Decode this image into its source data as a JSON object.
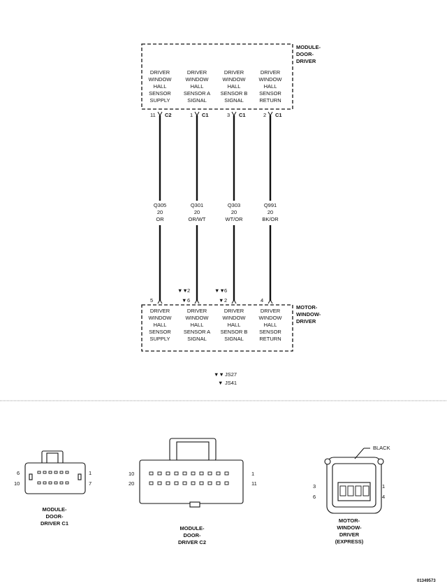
{
  "module_door_driver": {
    "label": [
      "MODULE-",
      "DOOR-",
      "DRIVER"
    ],
    "cells": [
      [
        "DRIVER",
        "WINDOW",
        "HALL",
        "SENSOR",
        "SUPPLY"
      ],
      [
        "DRIVER",
        "WINDOW",
        "HALL",
        "SENSOR A",
        "SIGNAL"
      ],
      [
        "DRIVER",
        "WINDOW",
        "HALL",
        "SENSOR B",
        "SIGNAL"
      ],
      [
        "DRIVER",
        "WINDOW",
        "HALL",
        "SENSOR",
        "RETURN"
      ]
    ],
    "pins": [
      {
        "pin": "11",
        "conn": "C2"
      },
      {
        "pin": "1",
        "conn": "C1"
      },
      {
        "pin": "3",
        "conn": "C1"
      },
      {
        "pin": "2",
        "conn": "C1"
      }
    ]
  },
  "wires": [
    {
      "circuit": "Q305",
      "gauge": "20",
      "color": "OR"
    },
    {
      "circuit": "Q301",
      "gauge": "20",
      "color": "OR/WT"
    },
    {
      "circuit": "Q303",
      "gauge": "20",
      "color": "WT/OR"
    },
    {
      "circuit": "Q991",
      "gauge": "20",
      "color": "BK/OR"
    }
  ],
  "motor_window_driver": {
    "label": [
      "MOTOR-",
      "WINDOW-",
      "DRIVER"
    ],
    "cells": [
      [
        "DRIVER",
        "WINDOW",
        "HALL",
        "SENSOR",
        "SUPPLY"
      ],
      [
        "DRIVER",
        "WINDOW",
        "HALL",
        "SENSOR A",
        "SIGNAL"
      ],
      [
        "DRIVER",
        "WINDOW",
        "HALL",
        "SENSOR B",
        "SIGNAL"
      ],
      [
        "DRIVER",
        "WINDOW",
        "HALL",
        "SENSOR",
        "RETURN"
      ]
    ],
    "pins": [
      {
        "pin_lines": [
          {
            "mark": "",
            "num": "5"
          }
        ]
      },
      {
        "pin_lines": [
          {
            "mark": "▼▼",
            "num": "2"
          },
          {
            "mark": "▼",
            "num": "6"
          }
        ]
      },
      {
        "pin_lines": [
          {
            "mark": "▼▼",
            "num": "6"
          },
          {
            "mark": "▼",
            "num": "2"
          }
        ]
      },
      {
        "pin_lines": [
          {
            "mark": "",
            "num": "4"
          }
        ]
      }
    ]
  },
  "legend": [
    {
      "mark": "▼▼",
      "text": "JS27"
    },
    {
      "mark": "▼",
      "text": "JS41"
    }
  ],
  "connector_views": {
    "c1": {
      "title": [
        "MODULE-",
        "DOOR-",
        "DRIVER C1"
      ],
      "left_top": "6",
      "left_bottom": "10",
      "right_top": "1",
      "right_bottom": "7"
    },
    "c2": {
      "title": [
        "MODULE-",
        "DOOR-",
        "DRIVER C2"
      ],
      "left_top": "10",
      "left_bottom": "20",
      "right_top": "1",
      "right_bottom": "11"
    },
    "motor": {
      "title": [
        "MOTOR-",
        "WINDOW-",
        "DRIVER",
        "(EXPRESS)"
      ],
      "callout": "BLACK",
      "left_top": "3",
      "left_bottom": "6",
      "right_top": "1",
      "right_bottom": "4"
    }
  },
  "figure_id": "01349573"
}
